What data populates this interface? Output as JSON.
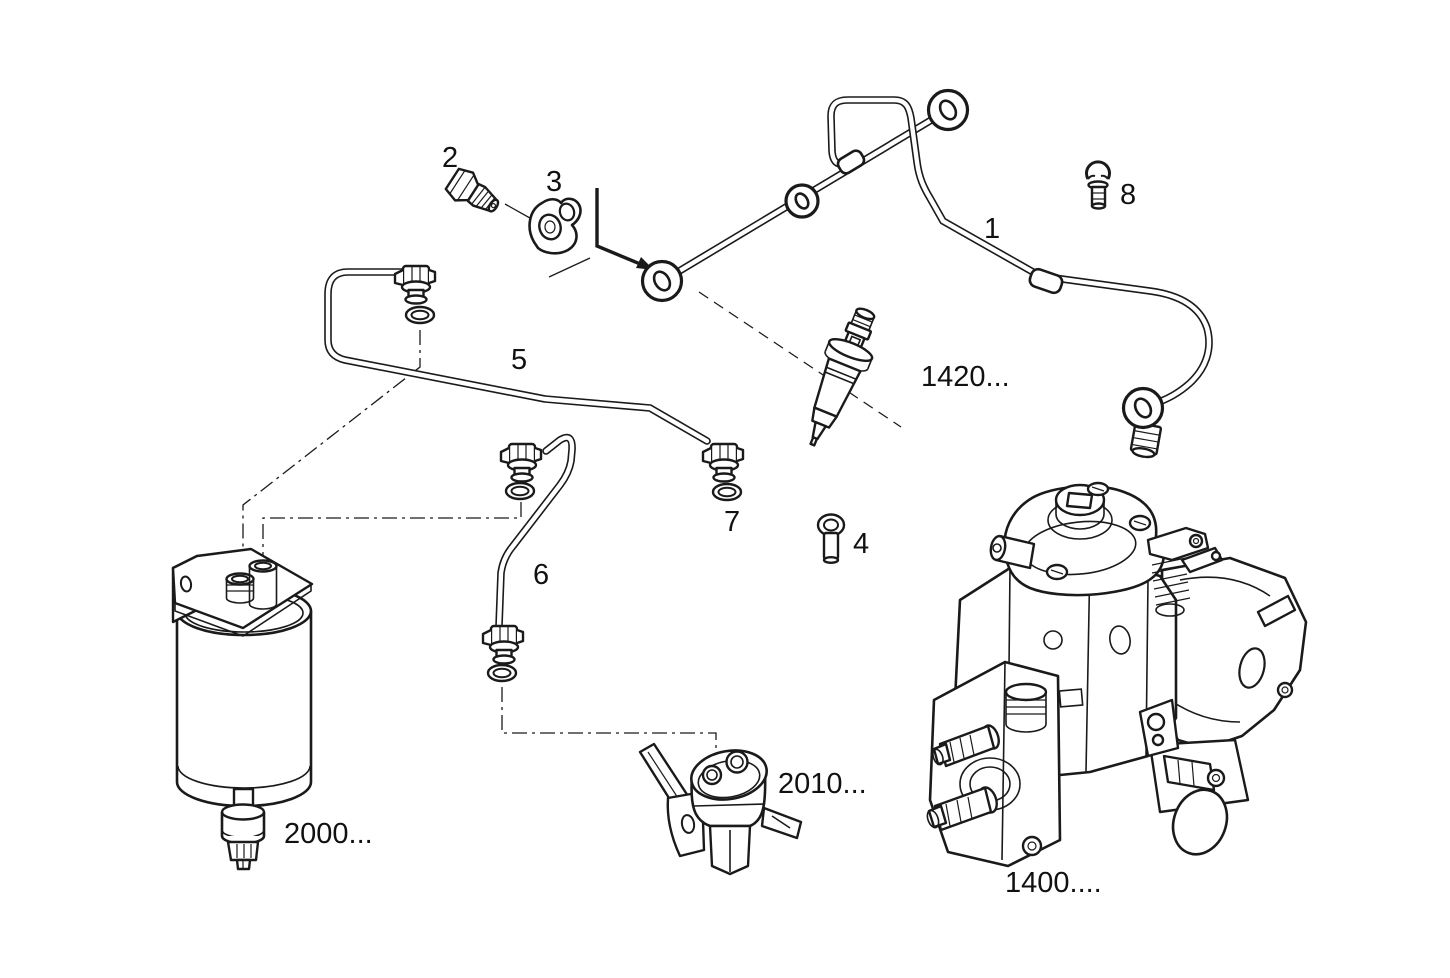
{
  "diagram": {
    "colors": {
      "background": "#ffffff",
      "line": "#1a1a1a",
      "text": "#111111"
    },
    "callouts": {
      "n1": "1",
      "n2": "2",
      "n3": "3",
      "n4": "4",
      "n5": "5",
      "n6": "6",
      "n7": "7",
      "n8": "8",
      "injector_group": "1420...",
      "fuel_filter_group": "2000...",
      "lift_pump_group": "2010...",
      "injection_pump_group": "1400...."
    }
  }
}
